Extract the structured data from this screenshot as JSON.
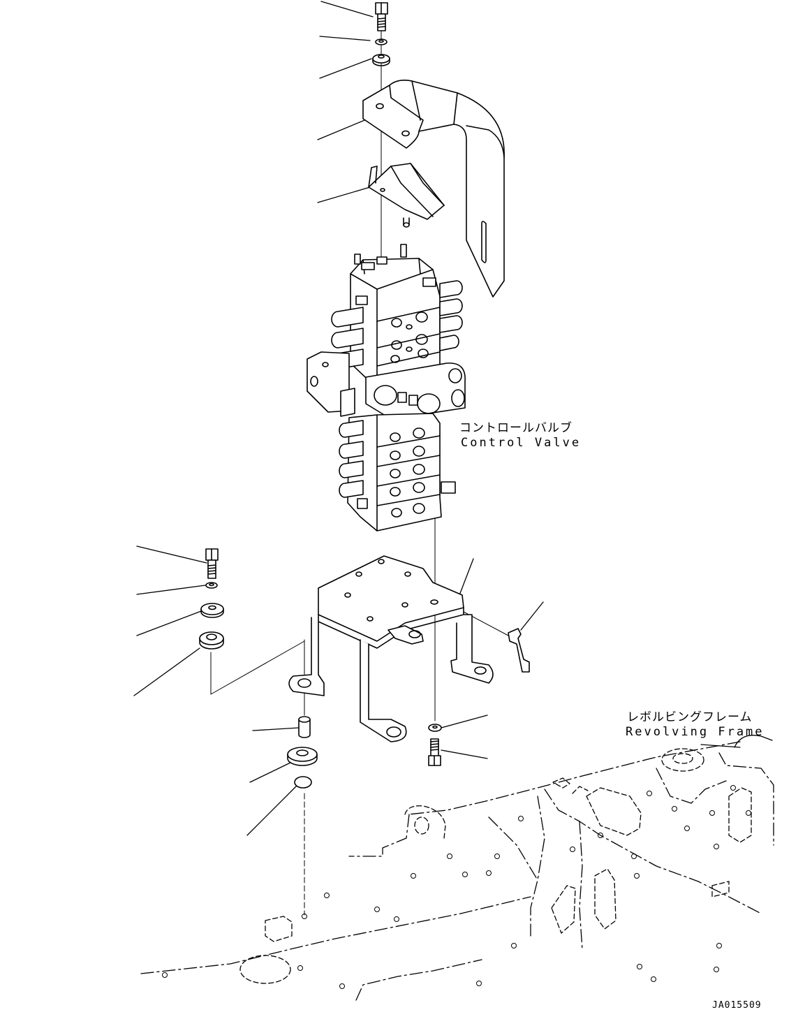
{
  "labels": {
    "control_valve_jp": "コントロールバルブ",
    "control_valve_en": "Control Valve",
    "revolving_frame_jp": "レボルビングフレーム",
    "revolving_frame_en": "Revolving Frame"
  },
  "document_id": "JA015509"
}
